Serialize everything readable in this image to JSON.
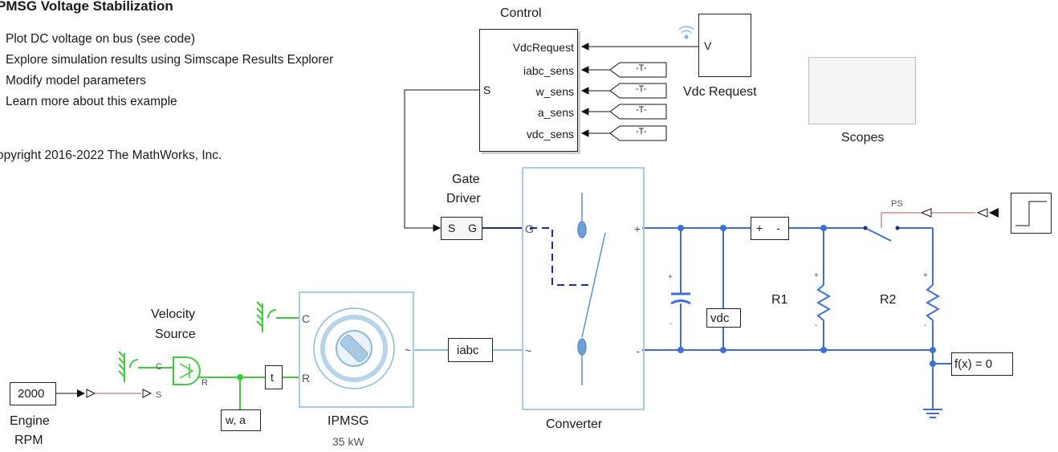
{
  "model": {
    "title": "PMSG Voltage Stabilization",
    "links": [
      "Plot DC voltage on bus (see code)",
      "Explore simulation results using Simscape Results Explorer",
      "Modify model parameters",
      "Learn more about this example"
    ],
    "copyright": "opyright 2016-2022 The MathWorks, Inc."
  },
  "blocks": {
    "control": {
      "title": "Control",
      "input_s": "S",
      "ports": [
        "VdcRequest",
        "iabc_sens",
        "w_sens",
        "a_sens",
        "vdc_sens"
      ]
    },
    "goto_tag": "-T-",
    "vdc_request": {
      "label": "Vdc Request",
      "port": "V"
    },
    "scopes": {
      "label": "Scopes"
    },
    "gate_driver": {
      "label_line1": "Gate",
      "label_line2": "Driver",
      "in": "S",
      "out": "G"
    },
    "converter": {
      "label": "Converter",
      "port_g": "G",
      "port_plus": "+",
      "port_minus": "-",
      "port_ac": "~"
    },
    "ipmsg": {
      "label": "IPMSG",
      "rating": "35 kW",
      "port_c": "C",
      "port_r": "R",
      "port_ac": "~"
    },
    "velocity_source": {
      "label_line1": "Velocity",
      "label_line2": "Source",
      "port_c": "C",
      "port_s": "S",
      "port_r": "R"
    },
    "engine_rpm": {
      "value": "2000",
      "label_line1": "Engine",
      "label_line2": "RPM"
    },
    "torque_sensor": "t",
    "speed_sensor": "w, a",
    "current_sensor": "iabc",
    "voltage_sensor": "vdc",
    "series_element": {
      "plus": "+",
      "minus": "-"
    },
    "r1": "R1",
    "r2": "R2",
    "switch_ps": "PS",
    "solver": "f(x) = 0"
  }
}
